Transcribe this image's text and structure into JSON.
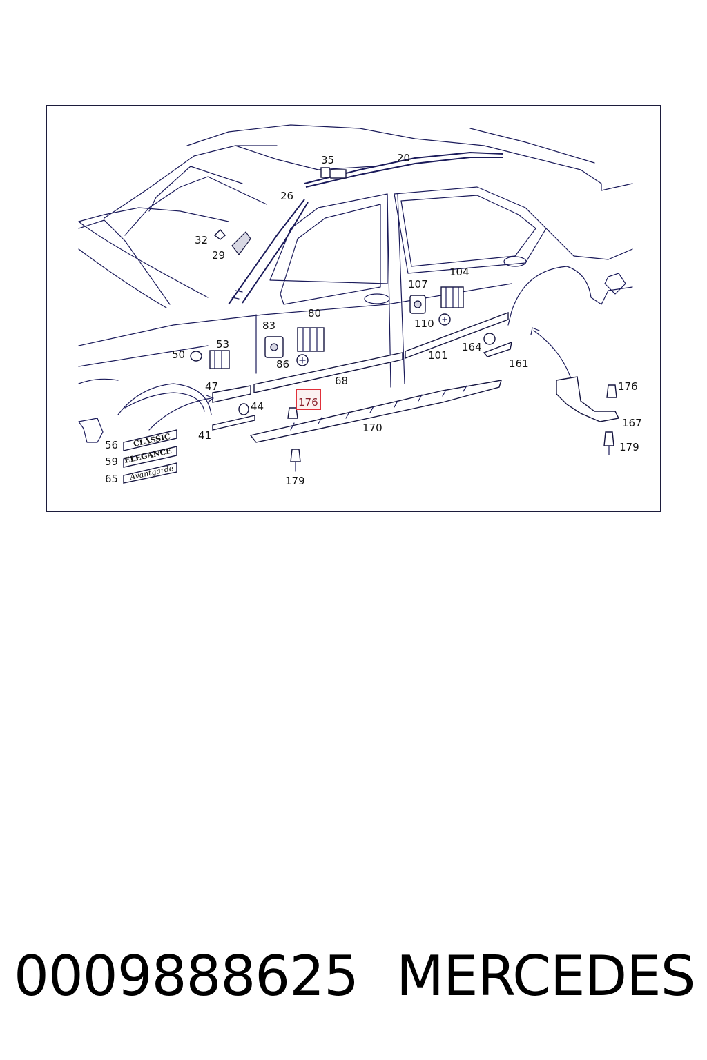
{
  "diagram": {
    "callouts": {
      "c20": "20",
      "c35": "35",
      "c26": "26",
      "c32": "32",
      "c29": "29",
      "c104": "104",
      "c107": "107",
      "c110": "110",
      "c83": "83",
      "c80": "80",
      "c50": "50",
      "c53": "53",
      "c86": "86",
      "c101": "101",
      "c164": "164",
      "c161": "161",
      "c47": "47",
      "c68": "68",
      "c176a": "176",
      "c176b": "176",
      "c44": "44",
      "c170": "170",
      "c167": "167",
      "c41": "41",
      "c179a": "179",
      "c179b": "179",
      "c56": "56",
      "c59": "59",
      "c65": "65"
    },
    "badges": {
      "classic": "CLASSIC",
      "elegance": "ELEGANCE",
      "avantgarde": "Avantgarde"
    },
    "highlighted_callout": "176",
    "line_color": "#1a1a5a",
    "highlight_color": "#e0303a"
  },
  "caption": {
    "part_number": "0009888625",
    "brand": "MERCEDES"
  }
}
